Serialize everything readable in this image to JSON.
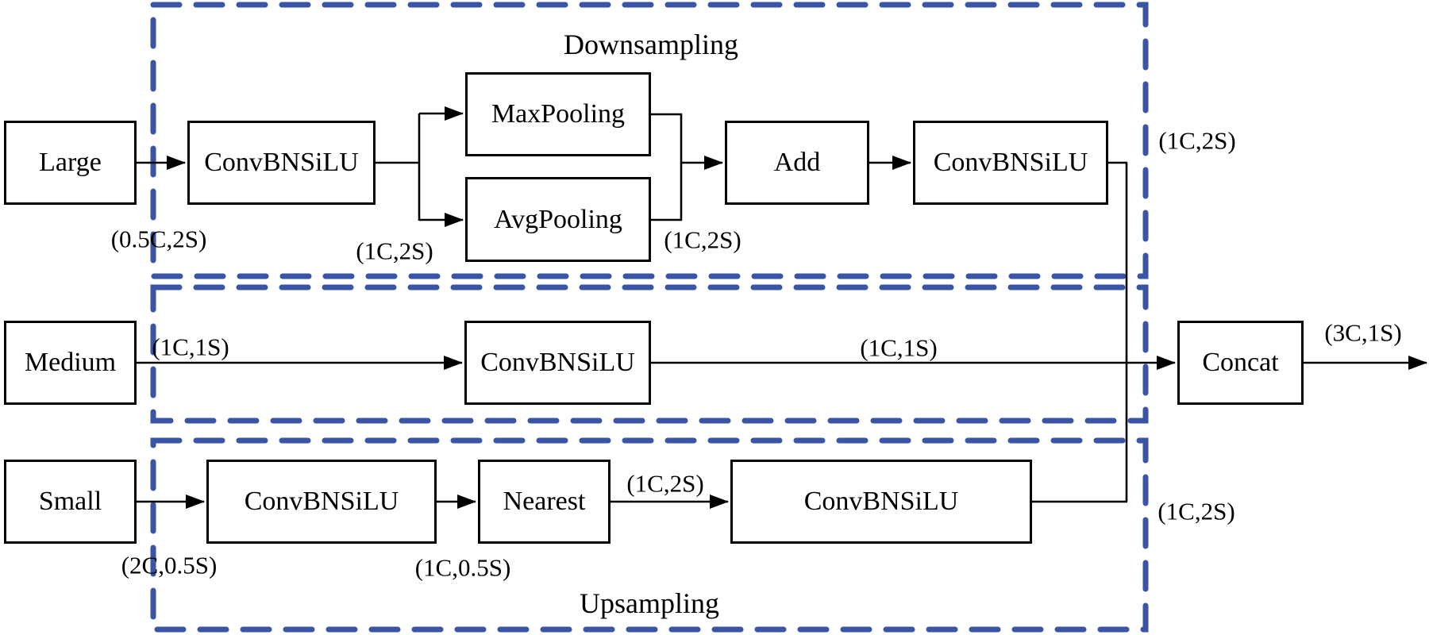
{
  "diagram": {
    "groups": {
      "downsampling": {
        "label": "Downsampling"
      },
      "upsampling": {
        "label": "Upsampling"
      }
    },
    "nodes": {
      "large": "Large",
      "conv_down_1": "ConvBNSiLU",
      "maxpooling": "MaxPooling",
      "avgpooling": "AvgPooling",
      "add": "Add",
      "conv_down_2": "ConvBNSiLU",
      "medium": "Medium",
      "conv_mid": "ConvBNSiLU",
      "concat": "Concat",
      "small": "Small",
      "conv_up_1": "ConvBNSiLU",
      "nearest": "Nearest",
      "conv_up_2": "ConvBNSiLU"
    },
    "annotations": {
      "out_large": "(0.5C,2S)",
      "out_conv_down_1": "(1C,2S)",
      "out_pool": "(1C,2S)",
      "out_downsampling": "(1C,2S)",
      "out_medium": "(1C,1S)",
      "out_conv_mid": "(1C,1S)",
      "out_concat": "(3C,1S)",
      "out_small": "(2C,0.5S)",
      "out_conv_up_1": "(1C,0.5S)",
      "out_nearest": "(1C,2S)",
      "out_upsampling": "(1C,2S)"
    },
    "colors": {
      "group_border": "#3a55a5",
      "wire": "#000000",
      "node_border": "#000000",
      "node_fill": "#ffffff",
      "text": "#000000",
      "background": "#ffffff"
    }
  }
}
